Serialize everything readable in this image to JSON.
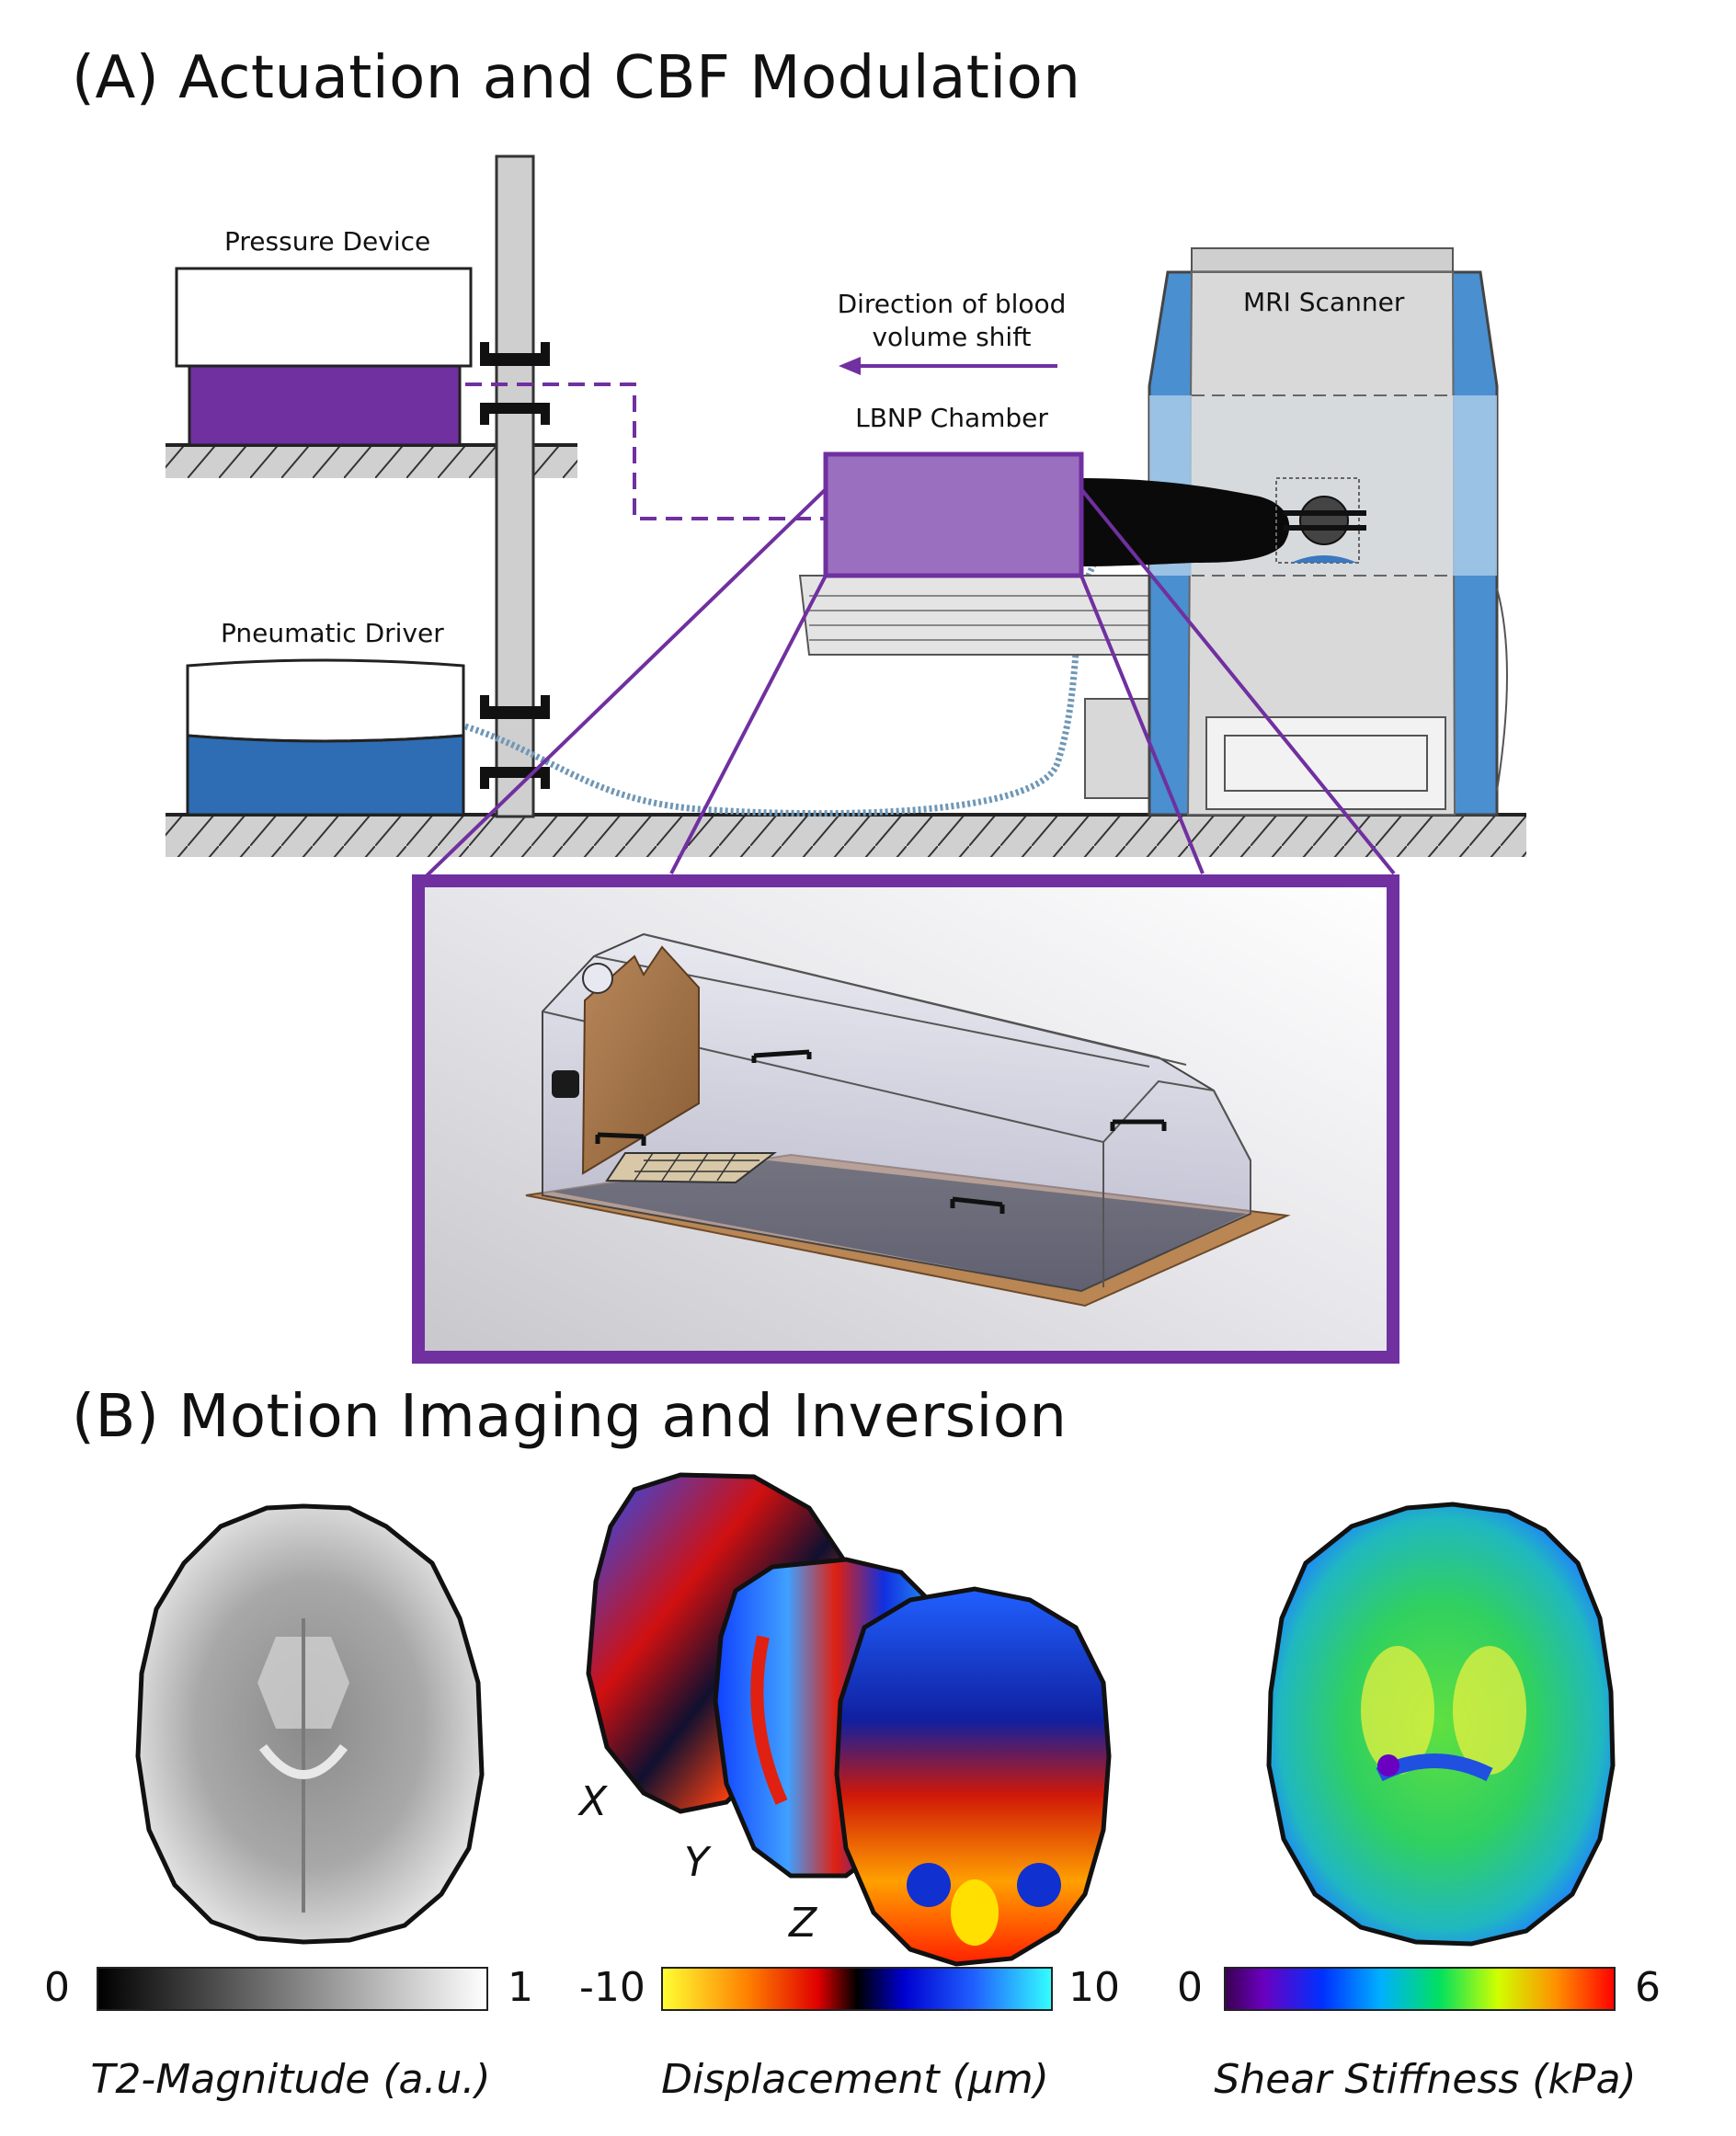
{
  "panel_a": {
    "title": "(A) Actuation and CBF Modulation",
    "labels": {
      "pressure_device": "Pressure Device",
      "pneumatic_driver": "Pneumatic Driver",
      "direction_line1": "Direction of blood",
      "direction_line2": "volume shift",
      "lbnp_chamber": "LBNP Chamber",
      "mri_scanner": "MRI Scanner"
    }
  },
  "panel_b": {
    "title": "(B) Motion Imaging and Inversion",
    "axis_letters": [
      "X",
      "Y",
      "Z"
    ],
    "colorbars": [
      {
        "min": "0",
        "max": "1",
        "caption": "T2-Magnitude (a.u.)",
        "colormap": "gray"
      },
      {
        "min": "-10",
        "max": "10",
        "caption": "Displacement (μm)",
        "colormap": "yellow-red-black-blue-cyan"
      },
      {
        "min": "0",
        "max": "6",
        "caption": "Shear Stiffness (kPa)",
        "colormap": "jet"
      }
    ]
  },
  "colors": {
    "purple": "#7030a0",
    "chamber_fill": "#9b6fc0",
    "driver_blue": "#2e6db4",
    "scanner_blue": "#4a8fd0"
  }
}
